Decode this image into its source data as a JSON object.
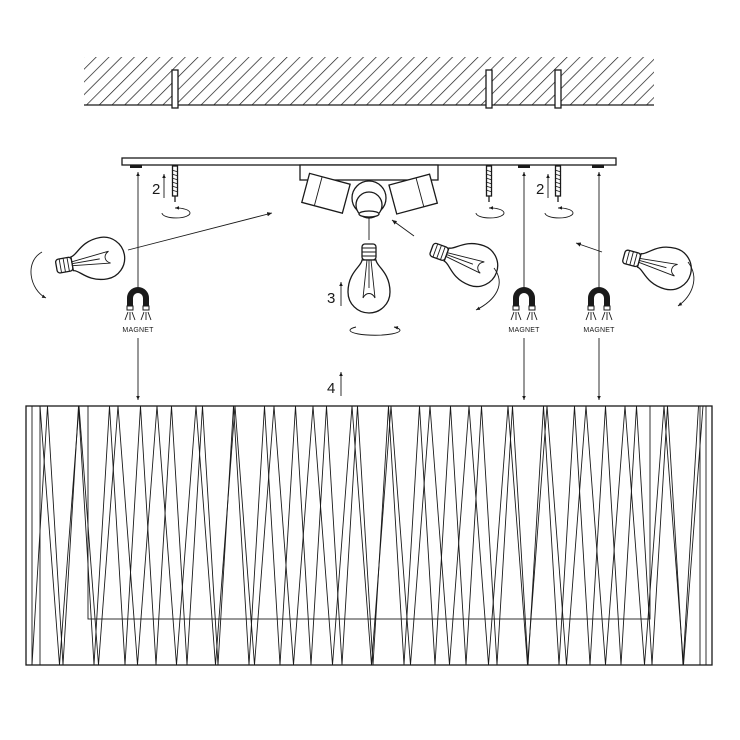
{
  "steps": {
    "step_2": "2",
    "step_3": "3",
    "step_4": "4"
  },
  "magnet_label": "MAGNET",
  "colors": {
    "line": "#1a1a1a",
    "background": "#ffffff"
  },
  "icons": [
    "ceiling-hatch-icon",
    "screw-icon",
    "rotate-arrow-icon",
    "light-bulb-icon",
    "spotlight-icon",
    "magnet-icon",
    "lamp-shade-icon"
  ]
}
